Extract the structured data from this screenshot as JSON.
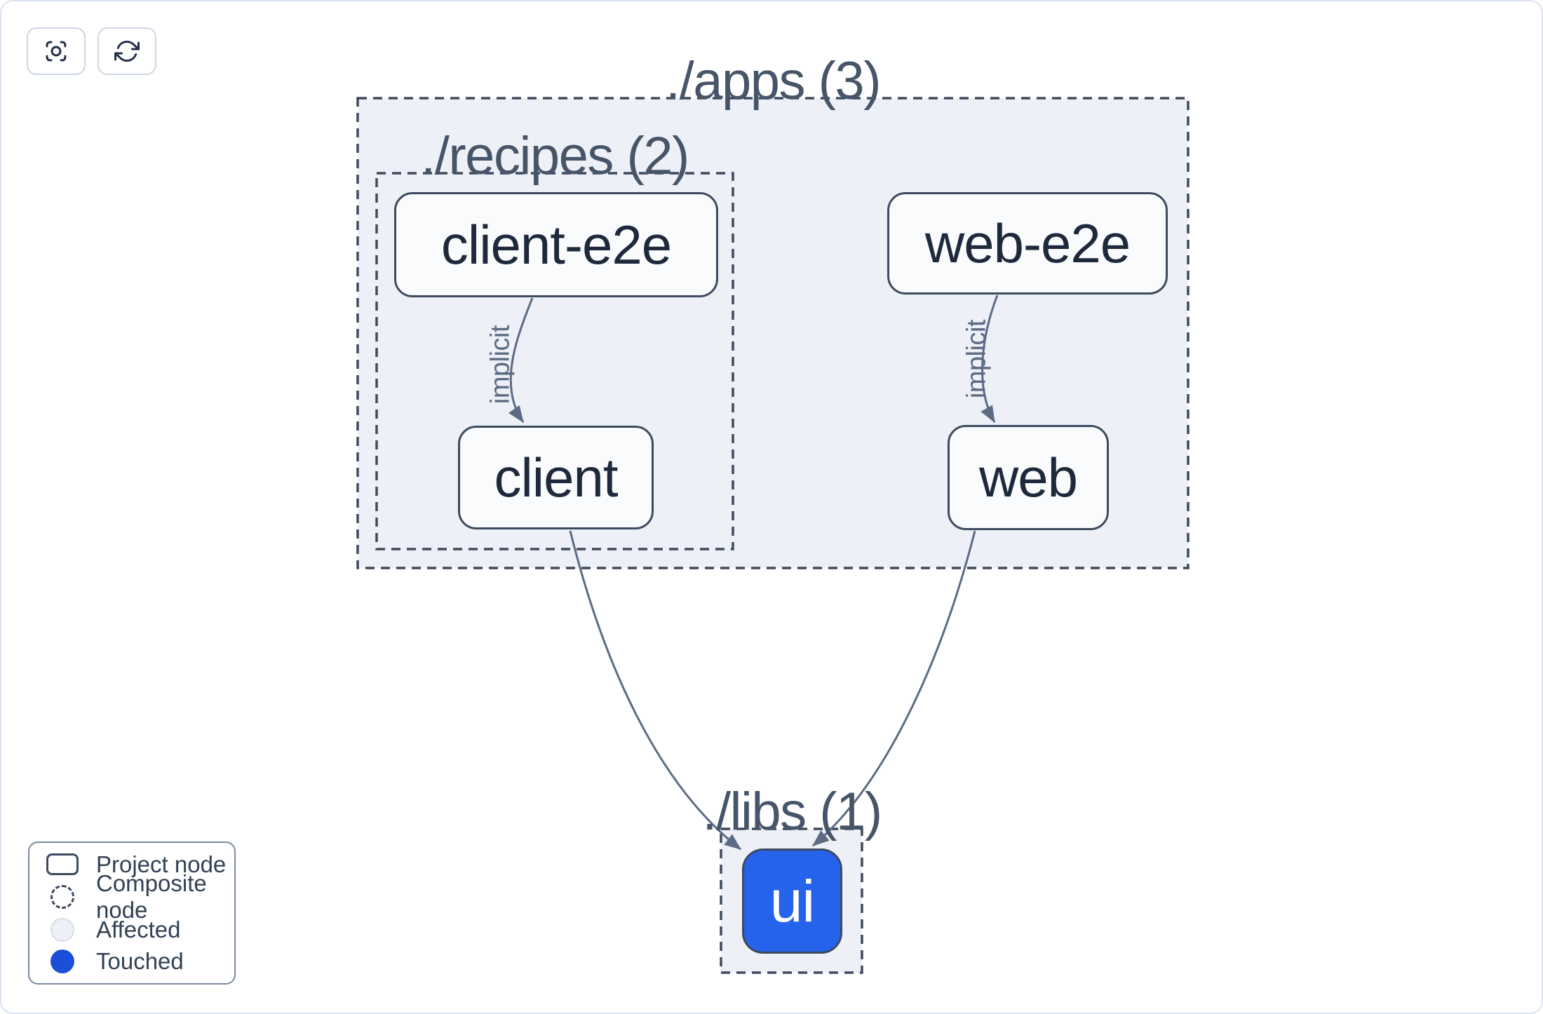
{
  "toolbar": {
    "buttons": [
      {
        "name": "focus",
        "icon": "scan-target-icon"
      },
      {
        "name": "refresh",
        "icon": "refresh-icon"
      }
    ]
  },
  "graph": {
    "groups": [
      {
        "id": "apps",
        "label": "./apps (3)",
        "count": 3
      },
      {
        "id": "recipes",
        "label": "./recipes (2)",
        "count": 2
      },
      {
        "id": "libs",
        "label": "./libs (1)",
        "count": 1
      }
    ],
    "nodes": [
      {
        "id": "client-e2e",
        "label": "client-e2e",
        "group": "recipes",
        "state": "default"
      },
      {
        "id": "client",
        "label": "client",
        "group": "recipes",
        "state": "default"
      },
      {
        "id": "web-e2e",
        "label": "web-e2e",
        "group": "apps",
        "state": "default"
      },
      {
        "id": "web",
        "label": "web",
        "group": "apps",
        "state": "default"
      },
      {
        "id": "ui",
        "label": "ui",
        "group": "libs",
        "state": "touched"
      }
    ],
    "edges": [
      {
        "from": "client-e2e",
        "to": "client",
        "label": "implicit"
      },
      {
        "from": "web-e2e",
        "to": "web",
        "label": "implicit"
      },
      {
        "from": "client",
        "to": "ui",
        "label": ""
      },
      {
        "from": "web",
        "to": "ui",
        "label": ""
      }
    ]
  },
  "legend": {
    "items": [
      {
        "type": "project-node",
        "label": "Project node"
      },
      {
        "type": "composite-node",
        "label": "Composite node"
      },
      {
        "type": "affected",
        "label": "Affected"
      },
      {
        "type": "touched",
        "label": "Touched"
      }
    ]
  },
  "colors": {
    "touched_node_fill": "#2563eb",
    "touched_legend": "#1d4ed8",
    "group_fill": "#edf0f6",
    "dashed_border": "#3e4a5e",
    "node_border": "#3d4b60",
    "node_fill": "#fafbfc",
    "node_text": "#1e293b",
    "group_label_text": "#475569",
    "edge": "#5c6b83",
    "legend_text": "#334155",
    "frame_border": "#dbe2f0"
  }
}
